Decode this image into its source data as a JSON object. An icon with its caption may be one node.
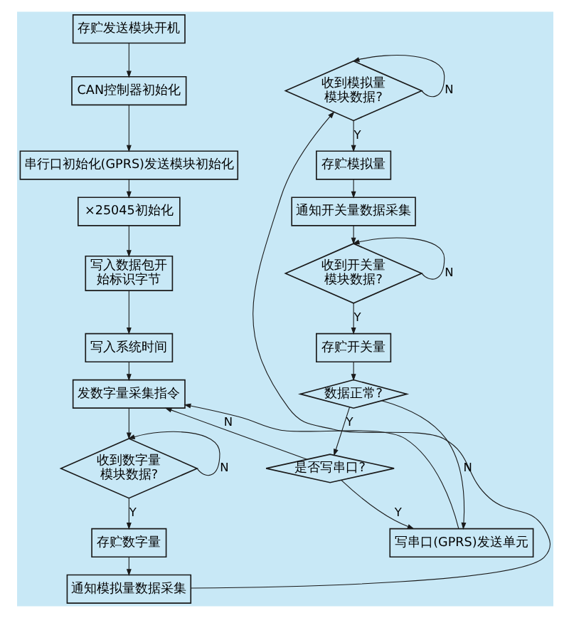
{
  "diagram": {
    "nodes": [
      {
        "text": [
          "存贮发送模块开机"
        ]
      },
      {
        "text": [
          "CAN控制器初始化"
        ]
      },
      {
        "text": [
          "串行口初始化(GPRS)发送模块初始化"
        ]
      },
      {
        "text": [
          "×25045初始化"
        ]
      },
      {
        "text": [
          "写入数据包开始标识字节"
        ]
      },
      {
        "text": [
          "写入系统时间"
        ]
      },
      {
        "text": [
          "发数字量采集指令"
        ]
      },
      {
        "text": [
          "收到数字量模块数据?"
        ]
      },
      {
        "text": [
          "存贮数字量"
        ]
      },
      {
        "text": [
          "通知模拟量数据采集"
        ]
      },
      {
        "text": [
          "收到模拟量模块数据?"
        ]
      },
      {
        "text": [
          "存贮模拟量"
        ]
      },
      {
        "text": [
          "通知开关量数据采集"
        ]
      },
      {
        "text": [
          "收到开关量模块数据?"
        ]
      },
      {
        "text": [
          "存贮开关量"
        ]
      },
      {
        "text": [
          "数据正常?"
        ]
      },
      {
        "text": [
          "是否写串口?"
        ]
      },
      {
        "text": [
          "写串口(GPRS)发送单元"
        ]
      }
    ],
    "edges": [
      {
        "from": 0,
        "to": 1,
        "arrow": "to"
      },
      {
        "from": 1,
        "to": 2,
        "arrow": "to"
      },
      {
        "from": 2,
        "to": 3,
        "arrow": "to"
      },
      {
        "from": 3,
        "to": 4,
        "arrow": "to"
      },
      {
        "from": 4,
        "to": 5,
        "arrow": "to"
      },
      {
        "from": 5,
        "to": 6,
        "arrow": "to"
      },
      {
        "from": 6,
        "to": 7,
        "arrow": "to"
      },
      {
        "from": 7,
        "to": 7,
        "arrow": "to",
        "label": "N"
      },
      {
        "from": 7,
        "to": 8,
        "arrow": "to",
        "label": "Y"
      },
      {
        "from": 8,
        "to": 9,
        "arrow": "to"
      },
      {
        "from": 9,
        "to": 10,
        "arrow": "to"
      },
      {
        "from": 10,
        "to": 10,
        "arrow": "to",
        "label": "N"
      },
      {
        "from": 10,
        "to": 11,
        "arrow": "to",
        "label": "Y"
      },
      {
        "from": 11,
        "to": 12,
        "arrow": "to"
      },
      {
        "from": 12,
        "to": 13,
        "arrow": "to"
      },
      {
        "from": 13,
        "to": 13,
        "arrow": "to",
        "label": "N"
      },
      {
        "from": 13,
        "to": 14,
        "arrow": "to",
        "label": "Y"
      },
      {
        "from": 14,
        "to": 15,
        "arrow": "to"
      },
      {
        "from": 15,
        "to": 16,
        "arrow": "to",
        "label": "Y"
      },
      {
        "from": 15,
        "to": 17,
        "arrow": "to",
        "label": "N"
      },
      {
        "from": 16,
        "to": 17,
        "arrow": "to",
        "label": "Y"
      },
      {
        "from": 17,
        "to": 6,
        "arrow": "to"
      },
      {
        "from": 16,
        "to": 6,
        "arrow": "to",
        "label": "N"
      }
    ]
  }
}
